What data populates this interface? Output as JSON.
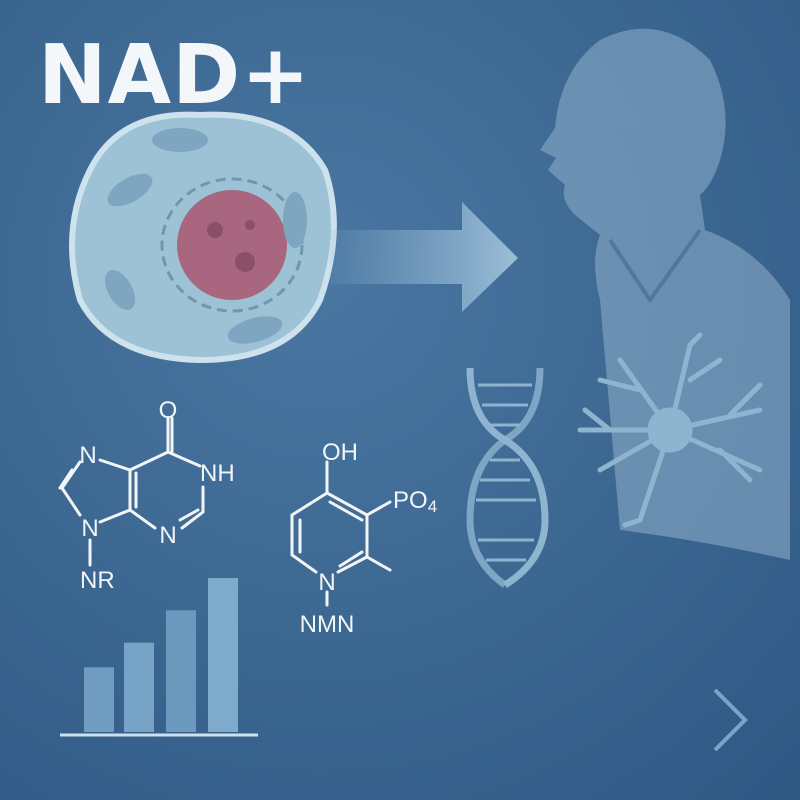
{
  "title": "NAD+",
  "molecules": {
    "left": {
      "atoms": {
        "o": "O",
        "n1": "N",
        "nh": "NH",
        "n3": "N",
        "n9": "N"
      },
      "label": "NR"
    },
    "right": {
      "atoms": {
        "oh": "OH",
        "po4": "PO",
        "po4_sub": "4",
        "n": "N"
      },
      "label": "NMN"
    }
  },
  "bars": [
    0.42,
    0.58,
    0.79,
    1.0
  ],
  "colors": {
    "background": "#3d6993",
    "text": "#f2f5f8",
    "nucleus": "#a9667f",
    "illustration": "#8fb4d0"
  },
  "icons": [
    "cell-icon",
    "arrow-right-icon",
    "elderly-man-icon",
    "dna-icon",
    "neuron-icon",
    "bar-chart-icon",
    "chevron-right-icon"
  ]
}
